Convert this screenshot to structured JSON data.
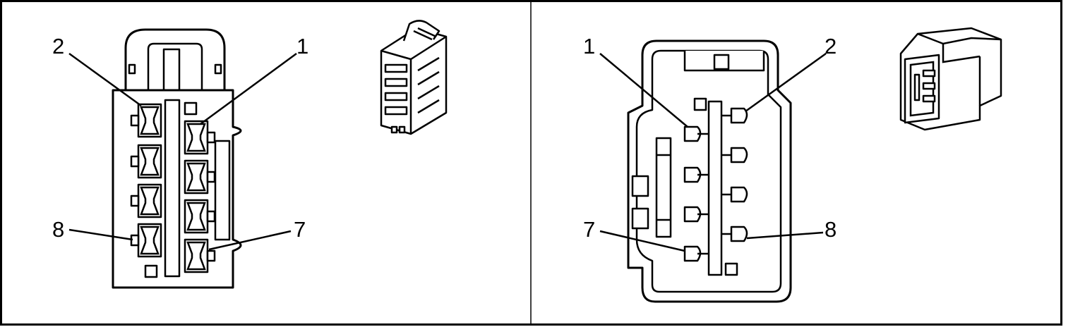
{
  "colors": {
    "ink": "#000000",
    "paper": "#ffffff"
  },
  "left_view": {
    "labels": {
      "pin_top_left": "2",
      "pin_top_right": "1",
      "pin_bottom_left": "8",
      "pin_bottom_right": "7"
    },
    "inset_icon": "connector-iso-view-icon"
  },
  "right_view": {
    "labels": {
      "pin_top_left": "1",
      "pin_top_right": "2",
      "pin_bottom_left": "7",
      "pin_bottom_right": "8"
    },
    "inset_icon": "connector-iso-view-icon"
  }
}
